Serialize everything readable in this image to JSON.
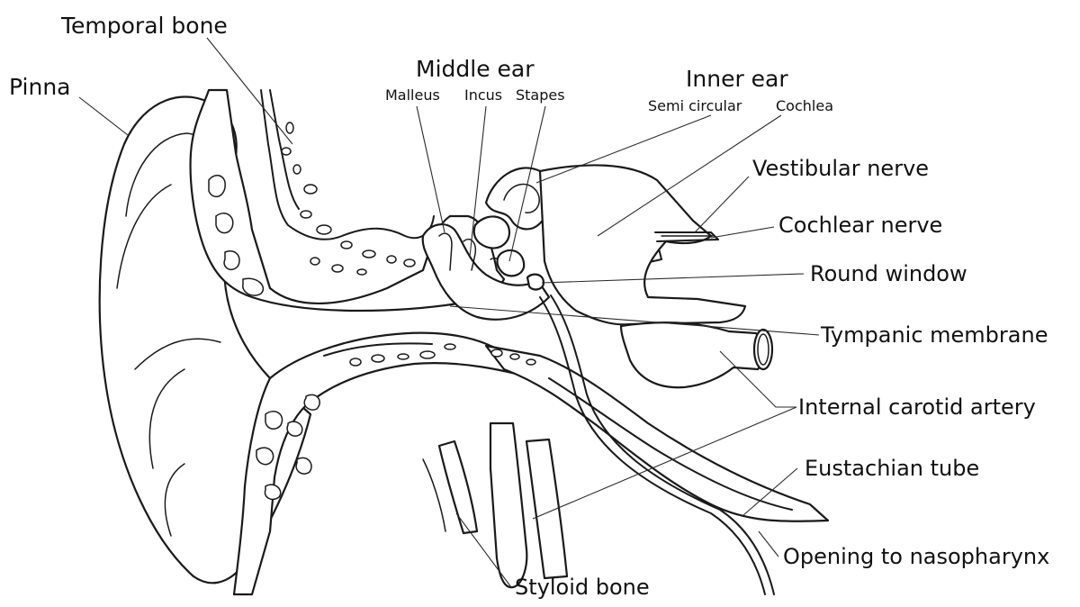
{
  "labels": {
    "temporal_bone": "Temporal bone",
    "pinna": "Pinna",
    "middle_ear": "Middle ear",
    "malleus": "Malleus",
    "incus": "Incus",
    "stapes": "Stapes",
    "inner_ear": "Inner ear",
    "semi_circular": "Semi circular",
    "cochlea": "Cochlea",
    "vestibular_nerve": "Vestibular nerve",
    "cochlear_nerve": "Cochlear nerve",
    "round_window": "Round window",
    "tympanic_membrane": "Tympanic membrane",
    "internal_carotid_artery": "Internal carotid artery",
    "eustachian_tube": "Eustachian tube",
    "opening_to_nasopharynx": "Opening to nasopharynx",
    "styloid_bone": "Styloid bone"
  }
}
